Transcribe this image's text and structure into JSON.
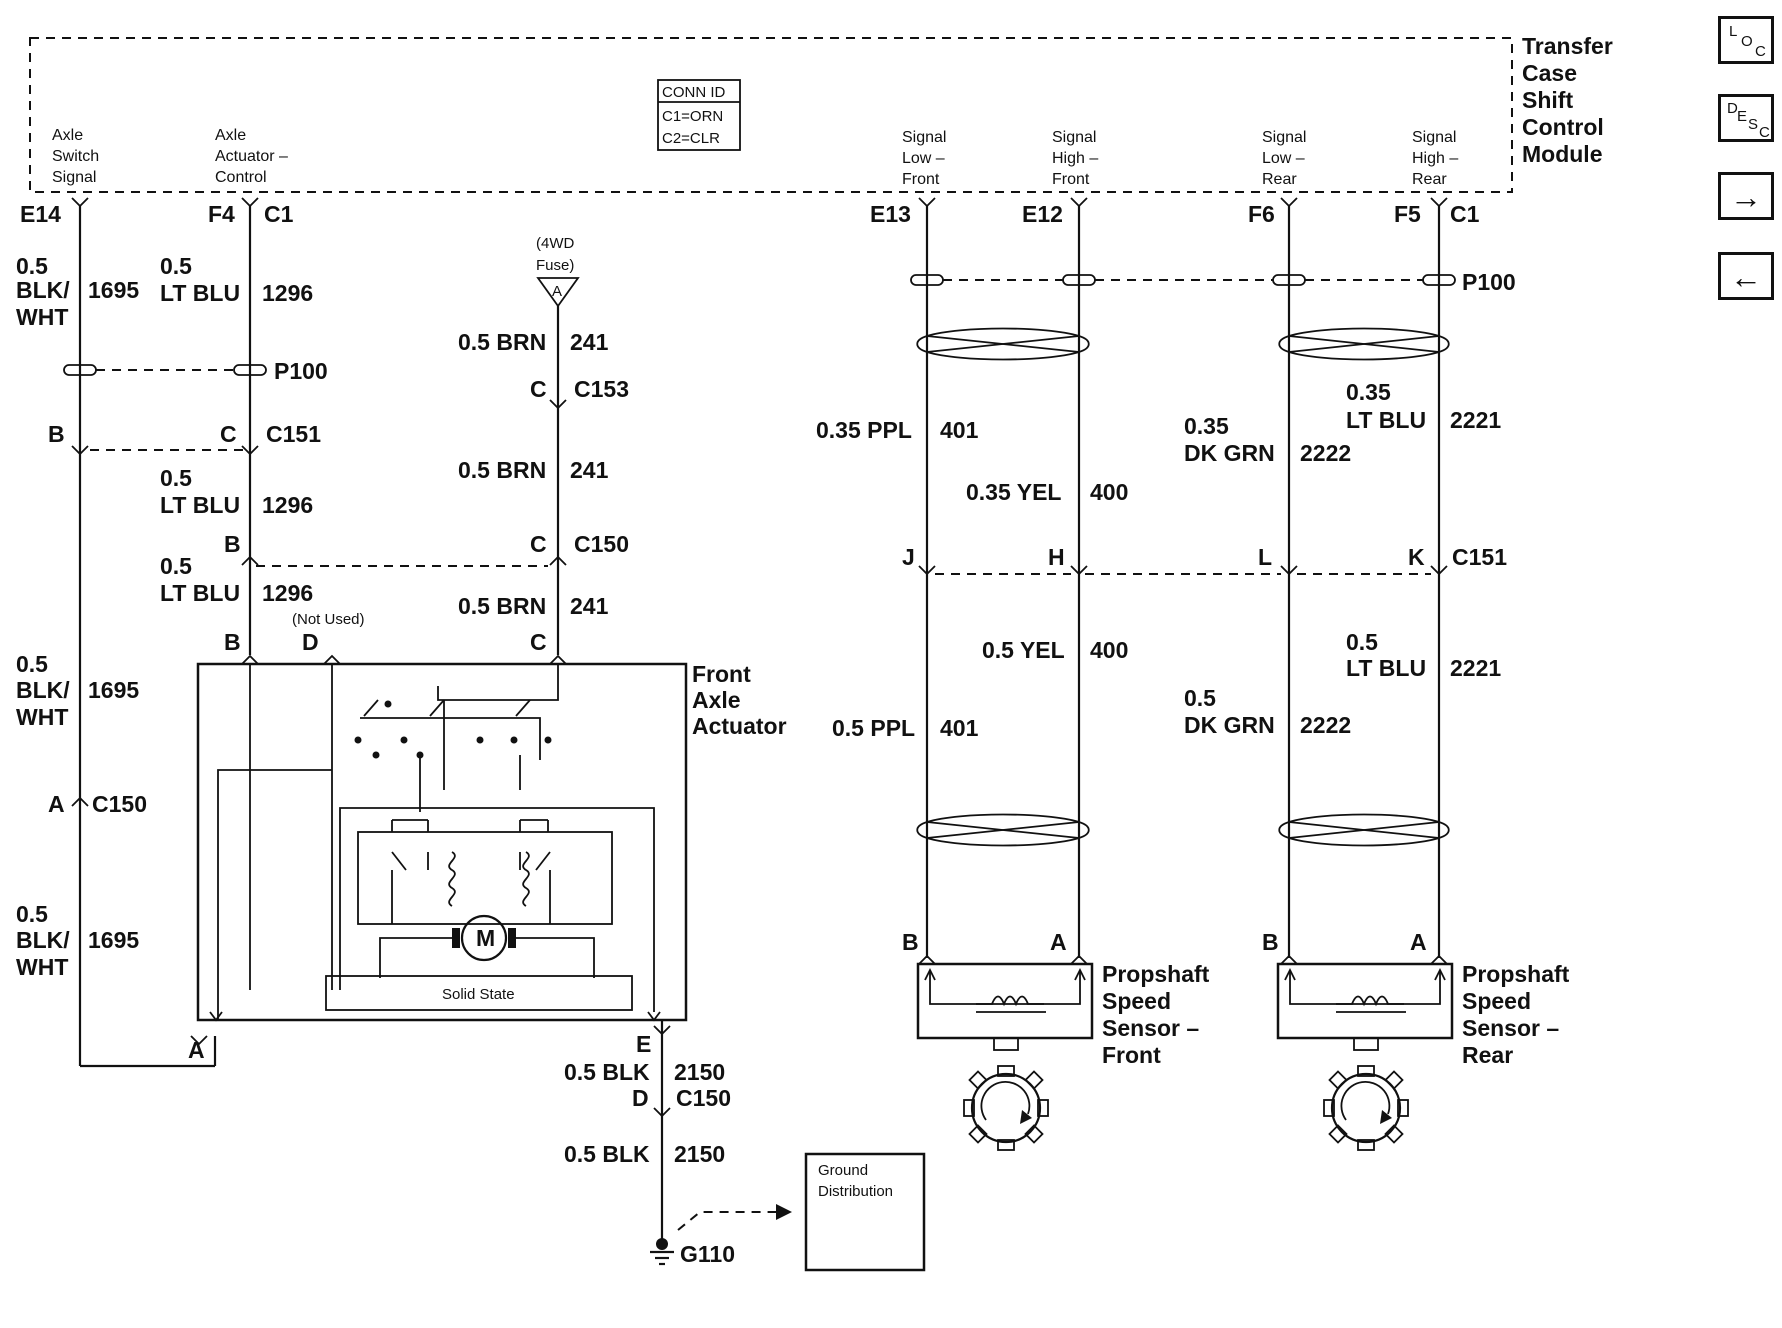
{
  "module": {
    "name_lines": [
      "Transfer",
      "Case",
      "Shift",
      "Control",
      "Module"
    ],
    "conn_id": [
      "CONN ID",
      "C1=ORN",
      "C2=CLR"
    ],
    "pin_labels": {
      "axle_switch": [
        "Axle",
        "Switch",
        "Signal"
      ],
      "axle_actuator": [
        "Axle",
        "Actuator –",
        "Control"
      ],
      "sig_low_front": [
        "Signal",
        "Low –",
        "Front"
      ],
      "sig_high_front": [
        "Signal",
        "High –",
        "Front"
      ],
      "sig_low_rear": [
        "Signal",
        "Low –",
        "Rear"
      ],
      "sig_high_rear": [
        "Signal",
        "High –",
        "Rear"
      ]
    },
    "pins": {
      "e14": "E14",
      "f4": "F4",
      "c1": "C1",
      "e13": "E13",
      "e12": "E12",
      "f6": "F6",
      "f5": "F5"
    }
  },
  "connectors": {
    "p100": "P100",
    "c151": "C151",
    "c150": "C150",
    "c153": "C153",
    "g110": "G110"
  },
  "pins": {
    "a": "A",
    "b": "B",
    "c": "C",
    "d": "D",
    "e": "E",
    "h": "H",
    "j": "J",
    "k": "K",
    "l": "L"
  },
  "fuse": [
    "(4WD",
    "Fuse)"
  ],
  "not_used": "(Not Used)",
  "wires": {
    "w1695": {
      "size": "0.5",
      "color_lines": [
        "BLK/",
        "WHT"
      ],
      "circuit": "1695"
    },
    "w1296": {
      "size": "0.5",
      "color": "LT BLU",
      "circuit": "1296"
    },
    "w241": {
      "label": "0.5 BRN",
      "circuit": "241"
    },
    "w401a": {
      "label": "0.35 PPL",
      "circuit": "401"
    },
    "w400a": {
      "label": "0.35 YEL",
      "circuit": "400"
    },
    "w2222a": {
      "size": "0.35",
      "color": "DK GRN",
      "circuit": "2222"
    },
    "w2221a": {
      "size": "0.35",
      "color": "LT BLU",
      "circuit": "2221"
    },
    "w401b": {
      "label": "0.5 PPL",
      "circuit": "401"
    },
    "w400b": {
      "label": "0.5 YEL",
      "circuit": "400"
    },
    "w2222b": {
      "size": "0.5",
      "color": "DK GRN",
      "circuit": "2222"
    },
    "w2221b": {
      "size": "0.5",
      "color": "LT BLU",
      "circuit": "2221"
    },
    "w2150": {
      "label": "0.5 BLK",
      "circuit": "2150"
    }
  },
  "components": {
    "actuator": [
      "Front",
      "Axle",
      "Actuator"
    ],
    "solid_state": "Solid State",
    "motor": "M",
    "sensor_front": [
      "Propshaft",
      "Speed",
      "Sensor –",
      "Front"
    ],
    "sensor_rear": [
      "Propshaft",
      "Speed",
      "Sensor –",
      "Rear"
    ],
    "ground_dist": [
      "Ground",
      "Distribution"
    ]
  },
  "nav": {
    "loc": {
      "l": "L",
      "o": "O",
      "c": "C"
    },
    "desc": {
      "d": "D",
      "e": "E",
      "s": "S",
      "c": "C"
    },
    "next": "→",
    "prev": "←"
  }
}
